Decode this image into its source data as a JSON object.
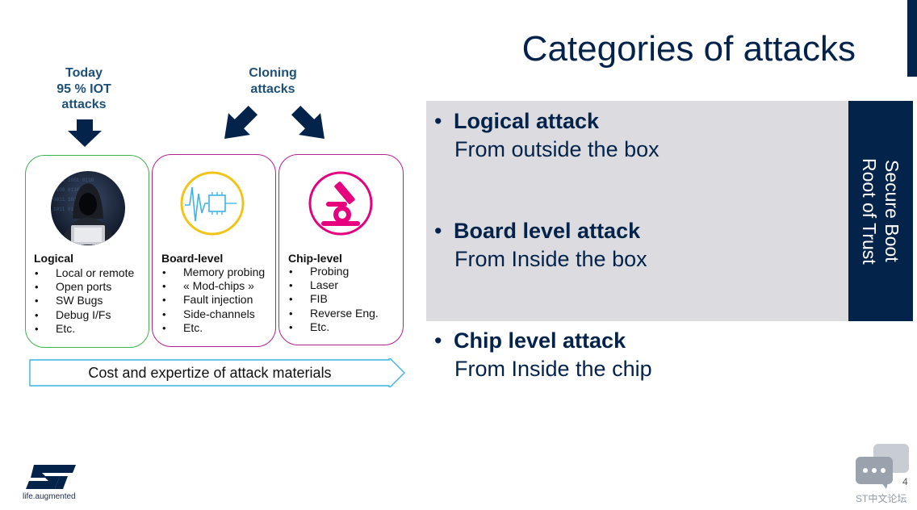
{
  "slide": {
    "title": "Categories of attacks",
    "page_number": "4",
    "logo_tagline": "life.augmented",
    "watermark": "ST中文论坛"
  },
  "labels": {
    "today_line1": "Today",
    "today_line2": "95 % IOT",
    "today_line3": "attacks",
    "cloning_line1": "Cloning",
    "cloning_line2": "attacks"
  },
  "cards": [
    {
      "title": "Logical",
      "items": [
        "Local or remote",
        "Open ports",
        "SW Bugs",
        "Debug I/Fs",
        "Etc."
      ],
      "border_color": "#3cb44b",
      "icon": "hacker-laptop-icon"
    },
    {
      "title": "Board-level",
      "items": [
        "Memory probing",
        "« Mod-chips »",
        "Fault injection",
        "Side-channels",
        "Etc."
      ],
      "border_color": "#b41e8e",
      "icon": "chip-signal-icon"
    },
    {
      "title": "Chip-level",
      "items": [
        "Probing",
        "Laser",
        "FIB",
        "Reverse Eng.",
        "Etc."
      ],
      "border_color": "#b41e8e",
      "icon": "microscope-icon"
    }
  ],
  "cost_arrow": {
    "label": "Cost and expertize of attack materials"
  },
  "attacks": [
    {
      "head": "Logical attack",
      "sub": "From outside the box"
    },
    {
      "head": "Board level attack",
      "sub": "From Inside the box"
    },
    {
      "head": "Chip level attack",
      "sub": "From Inside the chip"
    }
  ],
  "secure_boot": {
    "line1": "Secure Boot",
    "line2": "Root of Trust"
  },
  "colors": {
    "navy": "#03234b",
    "grey": "#dcdce0",
    "green": "#3cb44b",
    "magenta": "#b41e8e",
    "yellow": "#f2c418",
    "pink": "#e6007e",
    "cyan": "#3cb4e6"
  }
}
